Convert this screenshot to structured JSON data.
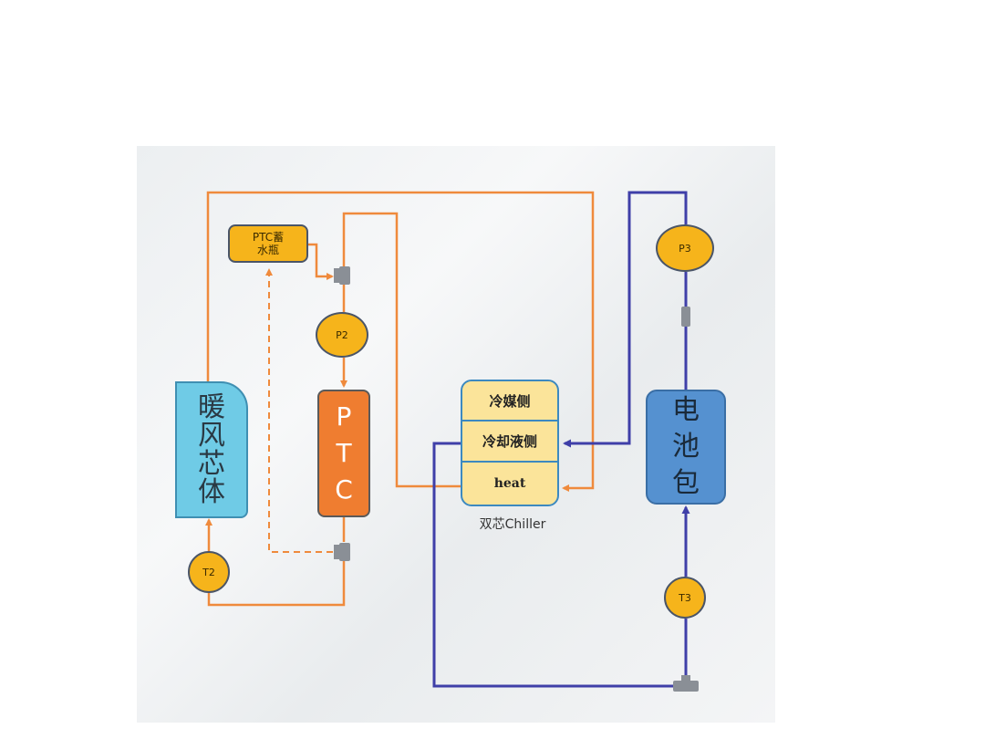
{
  "ptc_tank": {
    "line1": "PTC蓄",
    "line2": "水瓶"
  },
  "heater_core": {
    "chars": [
      "暖",
      "风",
      "芯",
      "体"
    ]
  },
  "ptc": {
    "chars": [
      "P",
      "T",
      "C"
    ]
  },
  "chiller": {
    "refrigerant_side": "冷媒侧",
    "coolant_side": "冷却液侧",
    "heat": "heat",
    "label": "双芯Chiller"
  },
  "battery": {
    "chars": [
      "电",
      "池",
      "包"
    ]
  },
  "pumps": {
    "p2": "P2",
    "p3": "P3"
  },
  "sensors": {
    "t2": "T2",
    "t3": "T3"
  },
  "colors": {
    "orange_loop": "#ef8a3c",
    "blue_loop": "#3f3fa8",
    "pump_fill": "#f6b41b",
    "ptc_fill": "#ef7d30",
    "heater_fill": "#6fcbe6",
    "chiller_fill": "#fbe49a",
    "battery_fill": "#5591d0"
  }
}
